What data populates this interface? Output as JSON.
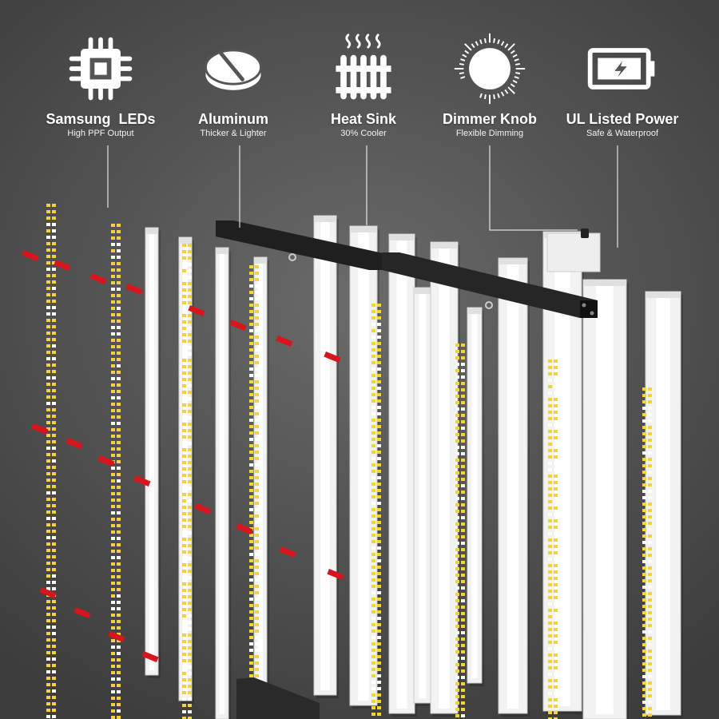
{
  "features": [
    {
      "title": "Samsung  LEDs",
      "subtitle": "High PPF Output",
      "icon": "chip-icon"
    },
    {
      "title": "Aluminum",
      "subtitle": "Thicker & Lighter",
      "icon": "aluminum-disc-icon"
    },
    {
      "title": "Heat Sink",
      "subtitle": "30% Cooler",
      "icon": "heat-sink-icon"
    },
    {
      "title": "Dimmer Knob",
      "subtitle": "Flexible Dimming",
      "icon": "dimmer-knob-icon"
    },
    {
      "title": "UL Listed Power",
      "subtitle": "Safe & Waterproof",
      "icon": "battery-bolt-icon"
    }
  ],
  "colors": {
    "background": "#555555",
    "accent_red": "#d8141c",
    "led_yellow": "#f4d33a",
    "led_white": "#ffffff",
    "profile_white": "#f2f2f2",
    "bar_black": "#1f1f1f"
  }
}
